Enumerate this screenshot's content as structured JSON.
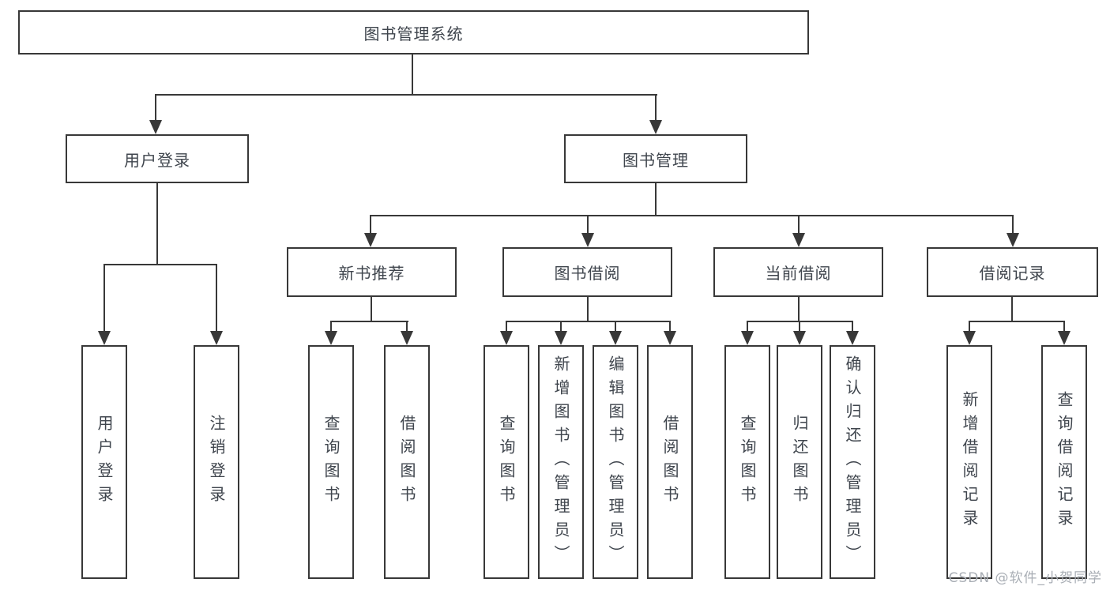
{
  "diagram": {
    "title": "图书管理系统",
    "level2": {
      "user_login": "用户登录",
      "book_mgmt": "图书管理"
    },
    "level3": {
      "new_book": "新书推荐",
      "book_borrow": "图书借阅",
      "current_borrow": "当前借阅",
      "borrow_records": "借阅记录"
    },
    "leaves": {
      "user_login": "用户登录",
      "logout": "注销登录",
      "nb_query": "查询图书",
      "nb_borrow": "借阅图书",
      "bb_query": "查询图书",
      "bb_add": "新增图书（管理员）",
      "bb_edit": "编辑图书（管理员）",
      "bb_borrow": "借阅图书",
      "cur_query": "查询图书",
      "cur_return": "归还图书",
      "cur_confirm": "确认归还（管理员）",
      "rec_add": "新增借阅记录",
      "rec_query": "查询借阅记录"
    },
    "watermark": "CSDN @软件_小贺同学",
    "colors": {
      "line": "#383838",
      "text": "#3f454d",
      "watermark": "#a9aeb5",
      "background": "#ffffff"
    }
  }
}
